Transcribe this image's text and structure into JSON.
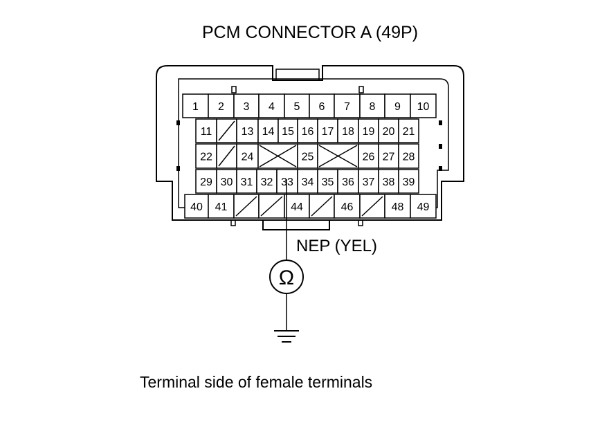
{
  "title": "PCM CONNECTOR A (49P)",
  "probe_label": "NEP (YEL)",
  "meter_symbol": "Ω",
  "caption": "Terminal side of female terminals",
  "rows": [
    [
      "1",
      "2",
      "3",
      "4",
      "5",
      "6",
      "7",
      "8",
      "9",
      "10"
    ],
    [
      "11",
      "/",
      "13",
      "14",
      "15",
      "16",
      "17",
      "18",
      "19",
      "20",
      "21"
    ],
    [
      "22",
      "/",
      "24",
      "X",
      "25",
      "X",
      "26",
      "27",
      "28"
    ],
    [
      "29",
      "30",
      "31",
      "32",
      "33",
      "34",
      "35",
      "36",
      "37",
      "38",
      "39"
    ],
    [
      "40",
      "41",
      "/",
      "/",
      "44",
      "/",
      "46",
      "/",
      "48",
      "49"
    ]
  ],
  "probed_terminal": "33",
  "icons": {
    "meter": "ohmmeter-icon",
    "ground": "ground-icon"
  }
}
